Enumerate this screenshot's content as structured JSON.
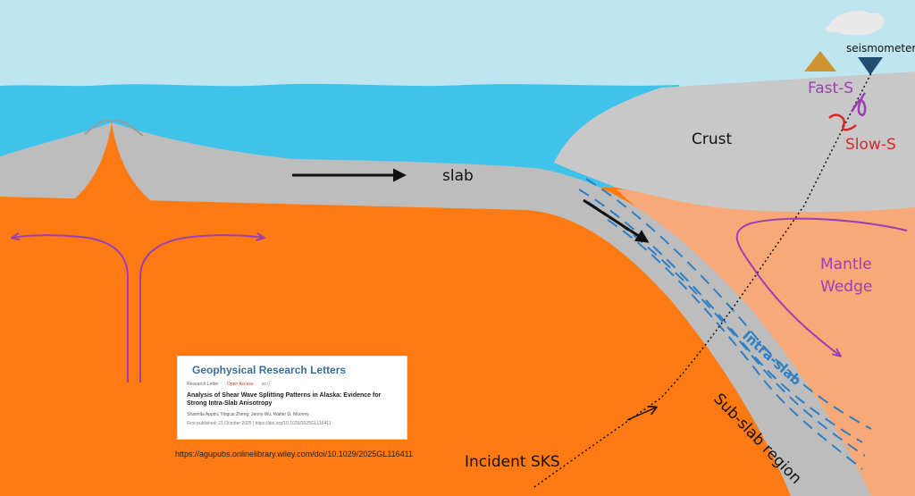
{
  "labels": {
    "seismometer": "seismometer",
    "fast_s": "Fast-S",
    "slow_s": "Slow-S",
    "crust": "Crust",
    "slab": "slab",
    "mantle_wedge_line1": "Mantle",
    "mantle_wedge_line2": "Wedge",
    "intra_slab": "Intra-slab",
    "sub_slab": "Sub-slab region",
    "incident_sks": "Incident SKS"
  },
  "paper": {
    "journal": "Geophysical Research Letters",
    "article_type": "Research Letter",
    "access": "Open Access",
    "license_icons": "cc ⓘ",
    "title": "Analysis of Shear Wave Splitting Patterns in Alaska: Evidence for Strong Intra-Slab Anisotropy",
    "authors": "Sharmila Appini, Yingcai Zheng, Jenny Wu, Walter D. Mooney",
    "published": "First published: 21 October 2025 | https://doi.org/10.1029/2025GL116411"
  },
  "source_url": "https://agupubs.onlinelibrary.wiley.com/doi/10.1029/2025GL116411",
  "colors": {
    "sky": "#bfe6f0",
    "ocean": "#3fc3ea",
    "mantle": "#ff7a12",
    "mantle_wedge": "#f9a877",
    "slab": "#bdbdbd",
    "crust": "#c8c8c8",
    "purple": "#9a3fb5",
    "red_wave": "#d62828",
    "intra_slab_blue": "#2e7fc4",
    "volcano": "#cf9432",
    "seismometer": "#1f4e6e"
  }
}
